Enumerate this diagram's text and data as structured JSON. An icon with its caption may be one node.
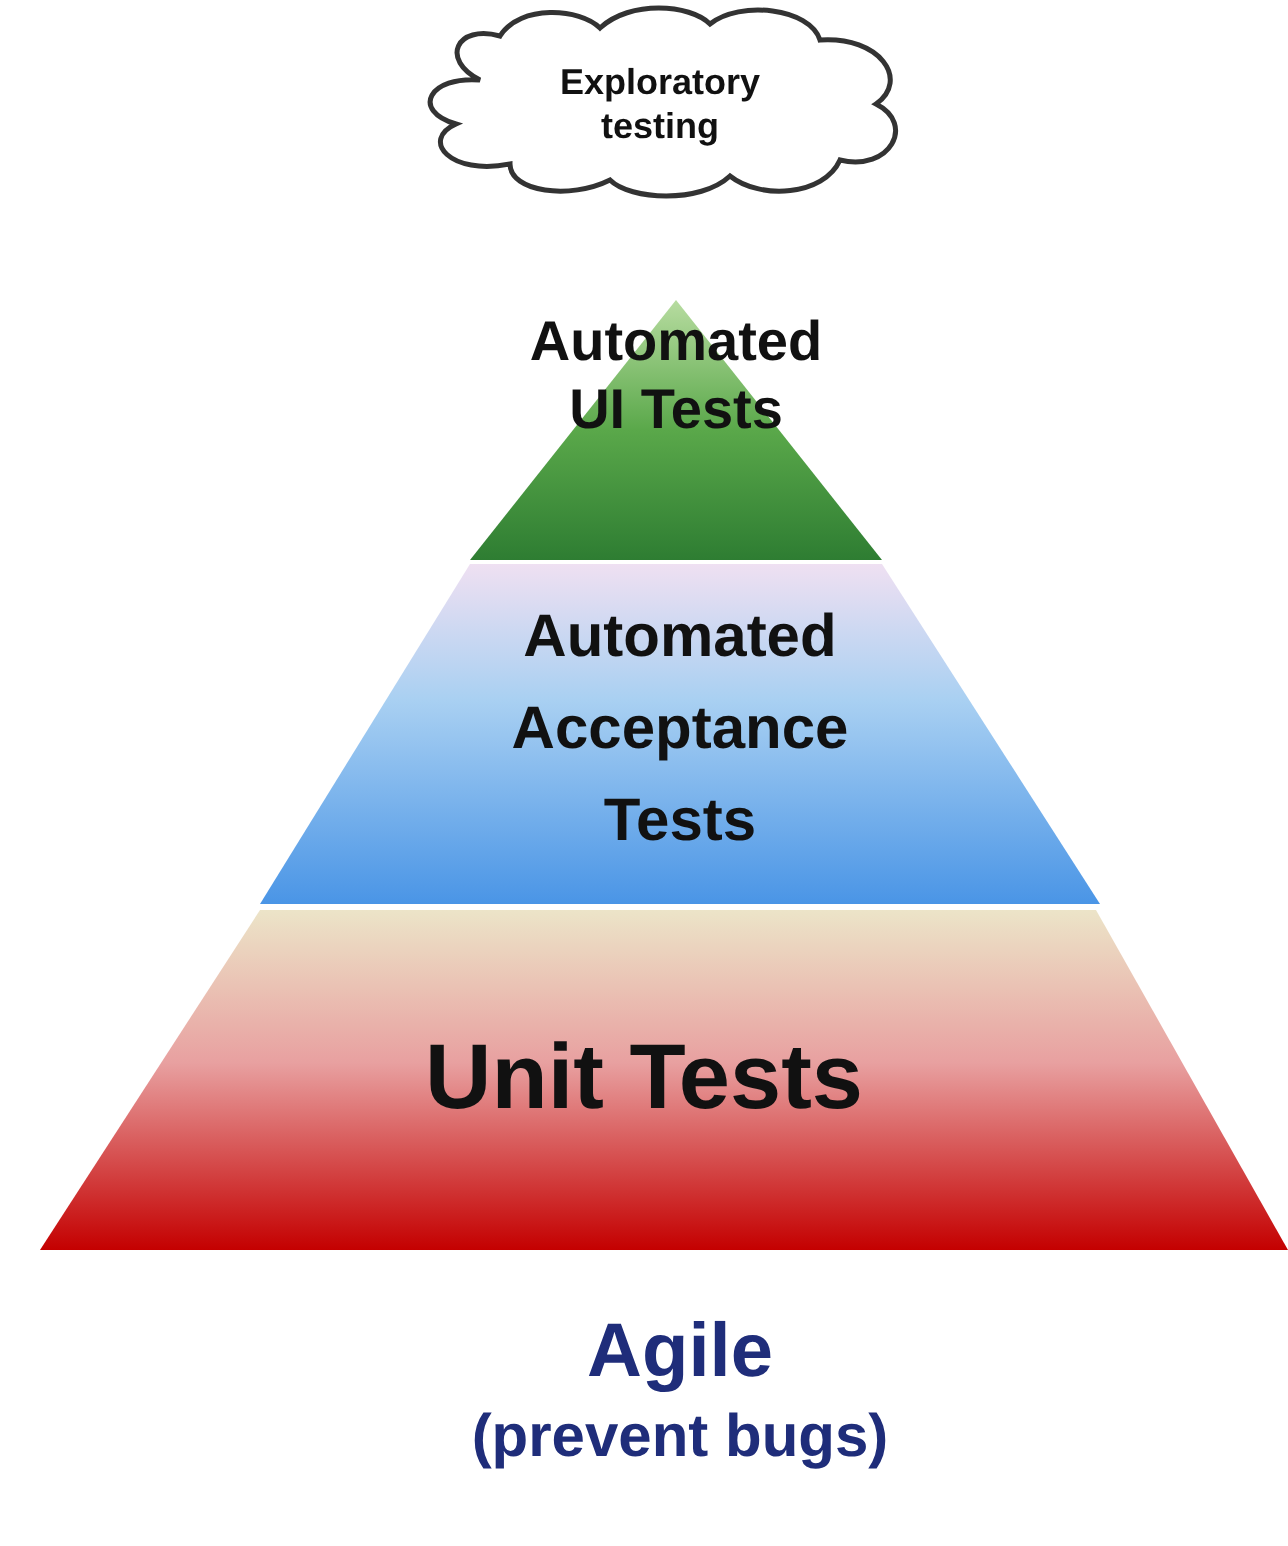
{
  "diagram": {
    "nodes": [
      {
        "text": [
          "Exploratory testing"
        ]
      },
      {
        "text": [
          "Automated UI Tests"
        ]
      },
      {
        "text": [
          "Automated Acceptance Tests"
        ]
      },
      {
        "text": [
          "Unit Tests"
        ]
      }
    ],
    "labels": [
      "Agile",
      "(prevent bugs)"
    ]
  }
}
